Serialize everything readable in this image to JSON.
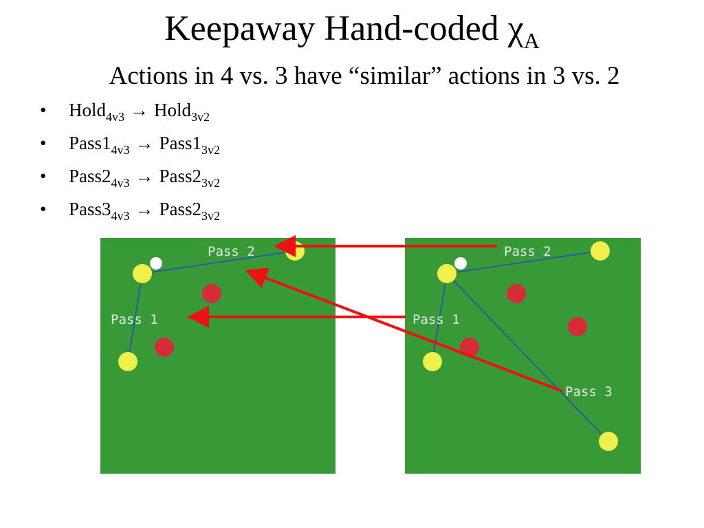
{
  "slide": {
    "title": "Keepaway Hand-coded χ",
    "title_sub": "A",
    "subtitle": "Actions in 4 vs. 3 have “similar” actions in 3 vs. 2",
    "arrow": "→",
    "bullet": "•",
    "mappings": [
      {
        "src": "Hold",
        "src_sub": "4v3",
        "dst": "Hold",
        "dst_sub": "3v2"
      },
      {
        "src": "Pass1",
        "src_sub": "4v3",
        "dst": "Pass1",
        "dst_sub": "3v2"
      },
      {
        "src": "Pass2",
        "src_sub": "4v3",
        "dst": "Pass2",
        "dst_sub": "3v2"
      },
      {
        "src": "Pass3",
        "src_sub": "4v3",
        "dst": "Pass2",
        "dst_sub": "3v2"
      }
    ]
  },
  "panels": {
    "left": {
      "label_pass1": "Pass 1",
      "label_pass2": "Pass 2"
    },
    "right": {
      "label_pass1": "Pass 1",
      "label_pass2": "Pass 2",
      "label_pass3": "Pass 3"
    }
  },
  "colors": {
    "field": "#379a37",
    "keeper": "#f0f04a",
    "taker": "#d82b3a",
    "ball": "#ffffff",
    "pass_line": "#2c5aa0",
    "mapping_arrow": "#ee1111"
  }
}
